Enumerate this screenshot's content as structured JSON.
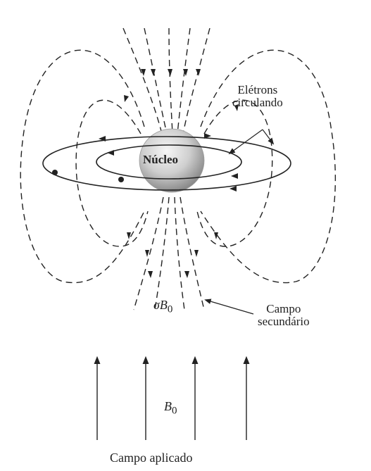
{
  "labels": {
    "nucleus": "Núcleo",
    "electrons_line1": "Elétrons",
    "electrons_line2": "circulando",
    "secondary_line1": "Campo",
    "secondary_line2": "secundário",
    "sigma_prefix": "σ",
    "b_symbol": "B",
    "b_subscript": "0",
    "applied_field": "Campo aplicado"
  },
  "colors": {
    "line": "#222222",
    "background": "#ffffff",
    "nucleus_light": "#f4f4f4",
    "nucleus_dark": "#8e8e8e"
  }
}
